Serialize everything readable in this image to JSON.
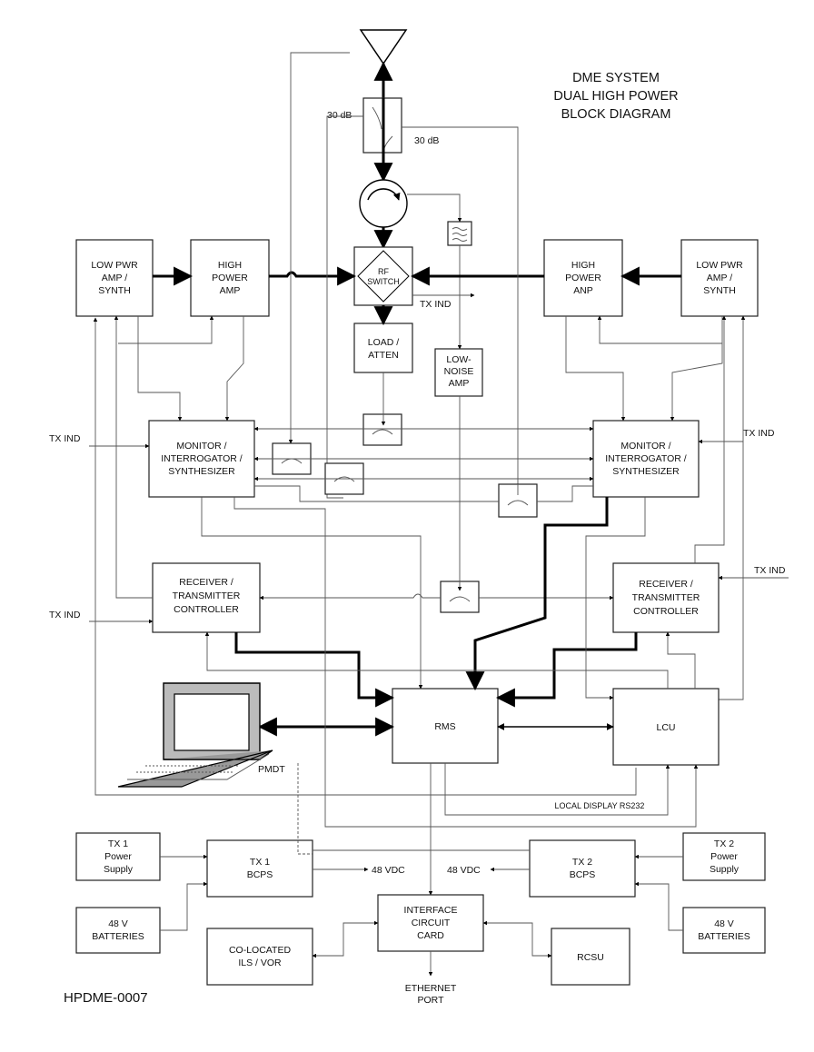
{
  "title_lines": [
    "DME SYSTEM",
    "DUAL HIGH POWER",
    "BLOCK DIAGRAM"
  ],
  "drawing_code": "HPDME-0007",
  "blocks": {
    "low_pwr_left": [
      "LOW PWR",
      "AMP /",
      "SYNTH"
    ],
    "high_power_left": [
      "HIGH",
      "POWER",
      "AMP"
    ],
    "high_power_right": [
      "HIGH",
      "POWER",
      "ANP"
    ],
    "low_pwr_right": [
      "LOW PWR",
      "AMP /",
      "SYNTH"
    ],
    "rf_switch": [
      "RF",
      "SWITCH"
    ],
    "load_atten": [
      "LOAD /",
      "ATTEN"
    ],
    "low_noise_amp": [
      "LOW-",
      "NOISE",
      "AMP"
    ],
    "monitor_left": [
      "MONITOR /",
      "INTERROGATOR /",
      "SYNTHESIZER"
    ],
    "monitor_right": [
      "MONITOR /",
      "INTERROGATOR /",
      "SYNTHESIZER"
    ],
    "receiver_left": [
      "RECEIVER /",
      "TRANSMITTER",
      "CONTROLLER"
    ],
    "receiver_right": [
      "RECEIVER /",
      "TRANSMITTER",
      "CONTROLLER"
    ],
    "rms": [
      "RMS"
    ],
    "lcu": [
      "LCU"
    ],
    "tx1_power": [
      "TX 1",
      "Power",
      "Supply"
    ],
    "tx1_bcps": [
      "TX 1",
      "BCPS"
    ],
    "tx2_bcps": [
      "TX 2",
      "BCPS"
    ],
    "tx2_power": [
      "TX 2",
      "Power",
      "Supply"
    ],
    "batt_left": [
      "48 V",
      "BATTERIES"
    ],
    "batt_right": [
      "48 V",
      "BATTERIES"
    ],
    "interface_card": [
      "INTERFACE",
      "CIRCUIT",
      "CARD"
    ],
    "colocated": [
      "CO-LOCATED",
      "ILS / VOR"
    ],
    "rcsu": [
      "RCSU"
    ]
  },
  "labels": {
    "coupler_left": "30 dB",
    "coupler_right": "30 dB",
    "tx_ind_rf": "TX IND",
    "tx_ind_mon_left": "TX IND",
    "tx_ind_mon_right": "TX IND",
    "tx_ind_rcv_left": "TX IND",
    "tx_ind_rcv_right": "TX IND",
    "pmdt": "PMDT",
    "local_display": "LOCAL DISPLAY RS232",
    "vdc_left": "48 VDC",
    "vdc_right": "48 VDC",
    "ethernet": [
      "ETHERNET",
      "PORT"
    ]
  }
}
